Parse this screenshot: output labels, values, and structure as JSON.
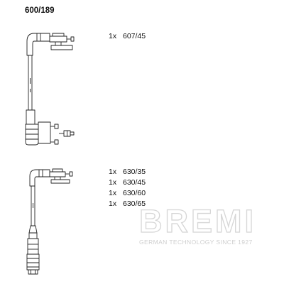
{
  "product_code": "600/189",
  "groups": [
    {
      "items": [
        {
          "qty": "1x",
          "part": "607/45"
        }
      ]
    },
    {
      "items": [
        {
          "qty": "1x",
          "part": "630/35"
        },
        {
          "qty": "1x",
          "part": "630/45"
        },
        {
          "qty": "1x",
          "part": "630/60"
        },
        {
          "qty": "1x",
          "part": "630/65"
        }
      ]
    }
  ],
  "logo": {
    "brand": "BREMI",
    "tagline": "GERMAN TECHNOLOGY SINCE 1927"
  }
}
